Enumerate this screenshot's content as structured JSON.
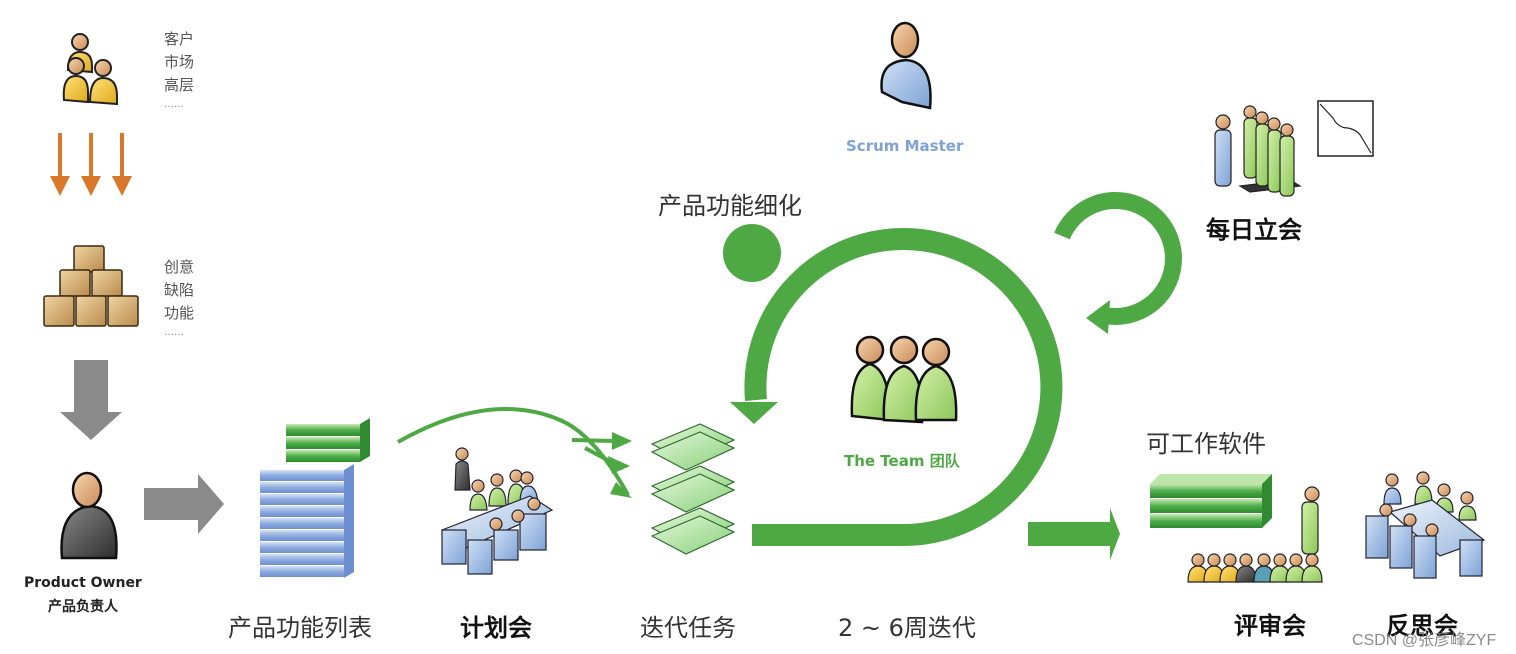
{
  "diagram": {
    "title": "Scrum process",
    "colors": {
      "flow_green": "#4ea843",
      "stakeholder_arrow": "#d9782b",
      "grey_arrow": "#8a8a8a",
      "backlog_blue": "#7f9fd8",
      "scrum_master_text": "#7ea2d6",
      "team_text": "#4ea843"
    },
    "stakeholders": {
      "icon": "stakeholders-group-icon",
      "items": [
        "客户",
        "市场",
        "高层"
      ],
      "ellipsis": "……"
    },
    "requirements": {
      "icon": "boxes-pile-icon",
      "items": [
        "创意",
        "缺陷",
        "功能"
      ],
      "ellipsis": "……"
    },
    "product_owner": {
      "icon": "product-owner-person-icon",
      "title_en": "Product Owner",
      "title_zh": "产品负责人"
    },
    "product_backlog": {
      "icon": "backlog-stack-icon",
      "label": "产品功能列表"
    },
    "planning_meeting": {
      "icon": "meeting-table-icon",
      "label": "计划会"
    },
    "sprint_backlog": {
      "icon": "task-documents-icon",
      "label": "迭代任务"
    },
    "sprint": {
      "label": "2 ~ 6周迭代"
    },
    "refinement": {
      "label": "产品功能细化"
    },
    "scrum_master": {
      "icon": "scrum-master-person-icon",
      "label": "Scrum Master"
    },
    "team": {
      "icon": "team-group-icon",
      "label": "The Team 团队"
    },
    "daily_standup": {
      "icon": "standup-group-icon",
      "chart_icon": "burndown-chart-icon",
      "label": "每日立会"
    },
    "working_software": {
      "icon": "increment-stack-icon",
      "label": "可工作软件"
    },
    "review_meeting": {
      "icon": "review-audience-icon",
      "label": "评审会"
    },
    "retrospective": {
      "icon": "retro-table-icon",
      "label": "反思会"
    },
    "watermark": "CSDN @张彦峰ZYF"
  }
}
